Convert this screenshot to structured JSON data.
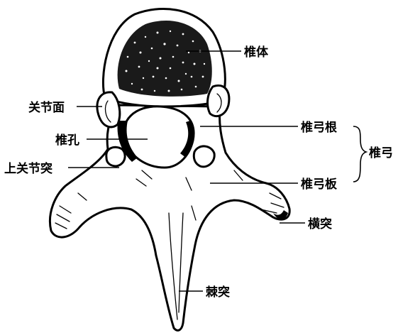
{
  "labels": {
    "vertebral_body": "椎体",
    "articular_facet": "关节面",
    "vertebral_foramen": "椎孔",
    "superior_articular_process": "上关节突",
    "pedicle": "椎弓根",
    "lamina": "椎弓板",
    "vertebral_arch": "椎弓",
    "transverse_process": "横突",
    "spinous_process": "棘突"
  }
}
